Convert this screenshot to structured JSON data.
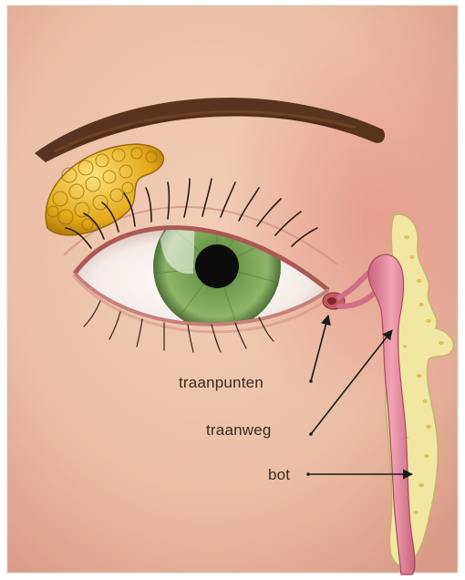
{
  "labels": {
    "traanpunten": "traanpunten",
    "traanweg": "traanweg",
    "bot": "bot"
  },
  "colors": {
    "skin": "#efc7b0",
    "lacrimal_gland": "#e3a91a",
    "iris": "#6e9a4c",
    "tear_duct": "#e07f97",
    "bone": "#f1e6a2"
  }
}
